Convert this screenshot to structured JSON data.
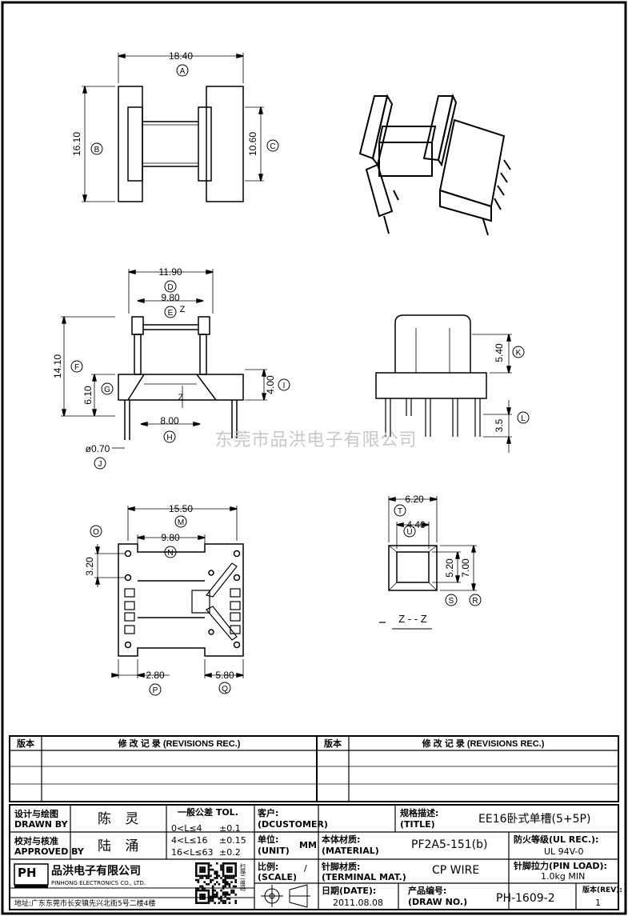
{
  "watermark": "东莞市品洪电子有限公司",
  "top_view": {
    "dim_a": "18.40",
    "dim_b": "16.10",
    "dim_c": "10.60",
    "ref_a": "A",
    "ref_b": "B",
    "ref_c": "C"
  },
  "front_view": {
    "dim_d": "11.90",
    "dim_e": "9.80",
    "dim_f": "14.10",
    "dim_g": "6.10",
    "dim_h": "8.00",
    "dim_i": "4.00",
    "dim_j": "ø0.70",
    "ref_d": "D",
    "ref_e": "E",
    "ref_f": "F",
    "ref_g": "G",
    "ref_h": "H",
    "ref_i": "I",
    "ref_j": "J",
    "z_label": "Z"
  },
  "side_view": {
    "dim_k": "5.40",
    "dim_l": "3.5",
    "ref_k": "K",
    "ref_l": "L"
  },
  "bottom_view": {
    "dim_m": "15.50",
    "dim_n": "9.80",
    "dim_o": "3.20",
    "dim_p": "2.80",
    "dim_q": "5.80",
    "ref_m": "M",
    "ref_n": "N",
    "ref_o": "O",
    "ref_p": "P",
    "ref_q": "Q"
  },
  "section_view": {
    "dim_t": "6.20",
    "dim_u": "4.40",
    "dim_s": "5.20",
    "dim_r": "7.00",
    "ref_t": "T",
    "ref_u": "U",
    "ref_s": "S",
    "ref_r": "R",
    "label": "Z - - Z"
  },
  "revisions": {
    "col_version": "版本",
    "col_record": "修 改 记 录 (REVISIONS REC.)"
  },
  "title_block": {
    "drawn_by_cn": "设计与绘图",
    "drawn_by_en": "DRAWN BY",
    "drawn_by": "陈 灵",
    "approved_by_cn": "校对与核准",
    "approved_by_en": "APPROVED BY",
    "approved_by": "陆 涌",
    "tol_title": "一般公差 TOL.",
    "tol_rows": [
      [
        "0<L≤4",
        "±0.1"
      ],
      [
        "4<L≤16",
        "±0.15"
      ],
      [
        "16<L≤63",
        "±0.2"
      ]
    ],
    "customer_cn": "客户:",
    "customer_en": "(DCUSTOMER)",
    "title_cn": "规格描述:",
    "title_en": "(TITLE)",
    "title": "EE16卧式单槽(5+5P)",
    "unit_cn": "单位:",
    "unit_en": "(UNIT)",
    "unit": "MM",
    "material_cn": "本体材质:",
    "material_en": "(MATERIAL)",
    "material": "PF2A5-151(b)",
    "ul_cn": "防火等级(UL REC.):",
    "ul": "UL 94V-0",
    "scale_cn": "比例:",
    "scale_en": "(SCALE)",
    "scale": "/",
    "terminal_cn": "针脚材质:",
    "terminal_en": "(TERMINAL MAT.)",
    "terminal": "CP WIRE",
    "pin_load_cn": "针脚拉力(PIN LOAD):",
    "pin_load": "1.0kg MIN",
    "date_cn": "日期(DATE):",
    "date": "2011.08.08",
    "drawno_cn": "产品编号:",
    "drawno_en": "(DRAW NO.)",
    "drawno": "PH-1609-2",
    "rev_cn": "版本(REV):",
    "rev": "1",
    "company_logo": "PH",
    "company_cn": "品洪电子有限公司",
    "company_en": "PINHONG ELECTRONICS CO., LTD.",
    "qr_caption": "扫描二维码",
    "address": "地址:广东东莞市长安镇先兴北街5号二楼4楼"
  }
}
